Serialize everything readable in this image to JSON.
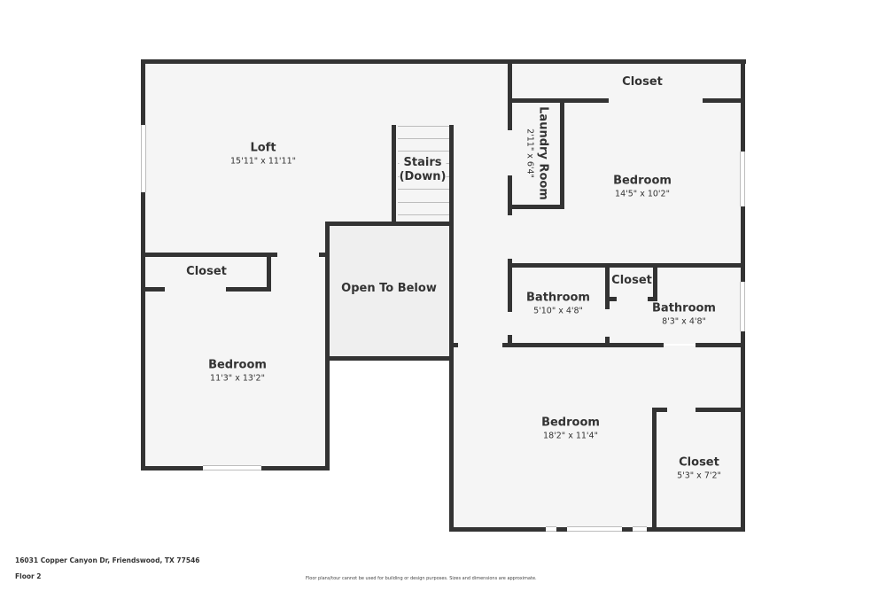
{
  "floorplan": {
    "address": "16031 Copper Canyon Dr, Friendswood, TX 77546",
    "floor": "Floor 2",
    "disclaimer": "Floor plans/tour cannot be used for building or design purposes. Sizes and dimensions are approximate.",
    "colors": {
      "wall": "#333333",
      "room_fill": "#f5f5f5",
      "open_to_below_fill": "#efefef",
      "background": "#ffffff"
    },
    "rooms": {
      "loft": {
        "name": "Loft",
        "dims": "15'11\" x 11'11\""
      },
      "stairs": {
        "name": "Stairs",
        "sub": "(Down)"
      },
      "open_to_below": {
        "name": "Open To Below"
      },
      "closet_top_right": {
        "name": "Closet"
      },
      "laundry": {
        "name": "Laundry Room",
        "dims": "2'11\" x 6'4\""
      },
      "bedroom_ne": {
        "name": "Bedroom",
        "dims": "14'5\" x 10'2\""
      },
      "closet_left": {
        "name": "Closet"
      },
      "bedroom_w": {
        "name": "Bedroom",
        "dims": "11'3\" x 13'2\""
      },
      "bathroom_1": {
        "name": "Bathroom",
        "dims": "5'10\" x 4'8\""
      },
      "closet_small": {
        "name": "Closet"
      },
      "bathroom_2": {
        "name": "Bathroom",
        "dims": "8'3\" x 4'8\""
      },
      "bedroom_se": {
        "name": "Bedroom",
        "dims": "18'2\" x 11'4\""
      },
      "closet_se": {
        "name": "Closet",
        "dims": "5'3\" x 7'2\""
      }
    }
  }
}
